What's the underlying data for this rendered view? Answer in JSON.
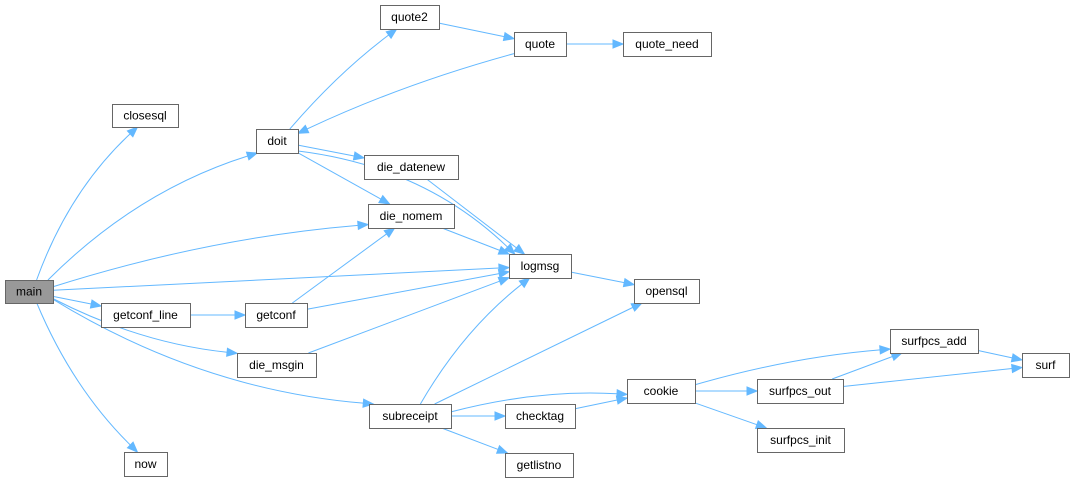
{
  "graph": {
    "nodes": [
      {
        "id": "main",
        "label": "main",
        "highlight": true
      },
      {
        "id": "closesql",
        "label": "closesql"
      },
      {
        "id": "doit",
        "label": "doit"
      },
      {
        "id": "quote2",
        "label": "quote2"
      },
      {
        "id": "quote",
        "label": "quote"
      },
      {
        "id": "quote_need",
        "label": "quote_need"
      },
      {
        "id": "die_datenew",
        "label": "die_datenew"
      },
      {
        "id": "die_nomem",
        "label": "die_nomem"
      },
      {
        "id": "logmsg",
        "label": "logmsg"
      },
      {
        "id": "opensql",
        "label": "opensql"
      },
      {
        "id": "getconf_line",
        "label": "getconf_line"
      },
      {
        "id": "getconf",
        "label": "getconf"
      },
      {
        "id": "die_msgin",
        "label": "die_msgin"
      },
      {
        "id": "subreceipt",
        "label": "subreceipt"
      },
      {
        "id": "checktag",
        "label": "checktag"
      },
      {
        "id": "getlistno",
        "label": "getlistno"
      },
      {
        "id": "cookie",
        "label": "cookie"
      },
      {
        "id": "surfpcs_add",
        "label": "surfpcs_add"
      },
      {
        "id": "surfpcs_out",
        "label": "surfpcs_out"
      },
      {
        "id": "surfpcs_init",
        "label": "surfpcs_init"
      },
      {
        "id": "surf",
        "label": "surf"
      },
      {
        "id": "now",
        "label": "now"
      }
    ],
    "edges": [
      {
        "from": "main",
        "to": "closesql"
      },
      {
        "from": "main",
        "to": "doit"
      },
      {
        "from": "main",
        "to": "die_nomem"
      },
      {
        "from": "main",
        "to": "logmsg"
      },
      {
        "from": "main",
        "to": "getconf_line"
      },
      {
        "from": "main",
        "to": "die_msgin"
      },
      {
        "from": "main",
        "to": "subreceipt"
      },
      {
        "from": "main",
        "to": "now"
      },
      {
        "from": "doit",
        "to": "quote2"
      },
      {
        "from": "doit",
        "to": "die_datenew"
      },
      {
        "from": "doit",
        "to": "die_nomem"
      },
      {
        "from": "doit",
        "to": "logmsg"
      },
      {
        "from": "quote2",
        "to": "quote"
      },
      {
        "from": "quote",
        "to": "quote_need"
      },
      {
        "from": "quote",
        "to": "doit"
      },
      {
        "from": "die_datenew",
        "to": "logmsg"
      },
      {
        "from": "die_nomem",
        "to": "logmsg"
      },
      {
        "from": "logmsg",
        "to": "opensql"
      },
      {
        "from": "getconf_line",
        "to": "getconf"
      },
      {
        "from": "getconf",
        "to": "die_nomem"
      },
      {
        "from": "getconf",
        "to": "logmsg"
      },
      {
        "from": "die_msgin",
        "to": "logmsg"
      },
      {
        "from": "subreceipt",
        "to": "logmsg"
      },
      {
        "from": "subreceipt",
        "to": "opensql"
      },
      {
        "from": "subreceipt",
        "to": "cookie"
      },
      {
        "from": "subreceipt",
        "to": "checktag"
      },
      {
        "from": "subreceipt",
        "to": "getlistno"
      },
      {
        "from": "checktag",
        "to": "cookie"
      },
      {
        "from": "cookie",
        "to": "surfpcs_add"
      },
      {
        "from": "cookie",
        "to": "surfpcs_out"
      },
      {
        "from": "cookie",
        "to": "surfpcs_init"
      },
      {
        "from": "surfpcs_add",
        "to": "surf"
      },
      {
        "from": "surfpcs_out",
        "to": "surfpcs_add"
      },
      {
        "from": "surfpcs_out",
        "to": "surf"
      }
    ]
  },
  "colors": {
    "edge": "#63b8ff",
    "node_border": "#666666",
    "root_fill": "#999999",
    "node_fill": "#ffffff"
  }
}
